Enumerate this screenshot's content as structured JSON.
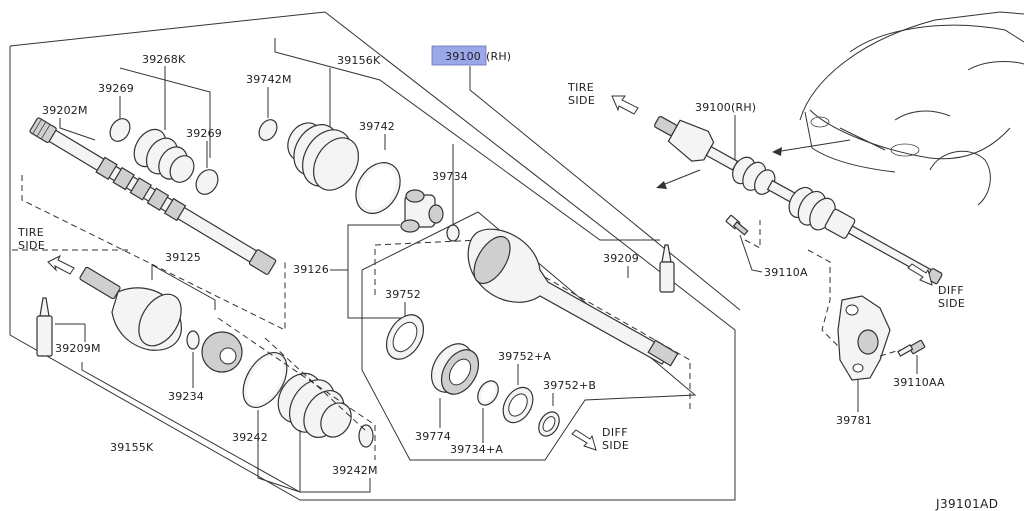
{
  "diagram": {
    "highlight_color": "#9aa7e8",
    "labels": {
      "main_part": "39100",
      "main_part_suffix": "(RH)",
      "p39268k": "39268K",
      "p39269a": "39269",
      "p39269b": "39269",
      "p39202m": "39202M",
      "p39742m": "39742M",
      "p39156k": "39156K",
      "p39742": "39742",
      "p39734": "39734",
      "p39209": "39209",
      "p39126": "39126",
      "p39125": "39125",
      "p39209m": "39209M",
      "p39234": "39234",
      "p39155k": "39155K",
      "p39242": "39242",
      "p39242m": "39242M",
      "p39752": "39752",
      "p39774": "39774",
      "p39752a": "39752+A",
      "p39752b": "39752+B",
      "p39734a": "39734+A",
      "p39100rh": "39100(RH)",
      "p39110a": "39110A",
      "p39110aa": "39110AA",
      "p39781": "39781"
    },
    "sides": {
      "tire_left_1": "TIRE",
      "tire_left_2": "SIDE",
      "tire_right_1": "TIRE",
      "tire_right_2": "SIDE",
      "diff_mid_1": "DIFF",
      "diff_mid_2": "SIDE",
      "diff_right_1": "DIFF",
      "diff_right_2": "SIDE"
    },
    "code": "J39101AD"
  }
}
